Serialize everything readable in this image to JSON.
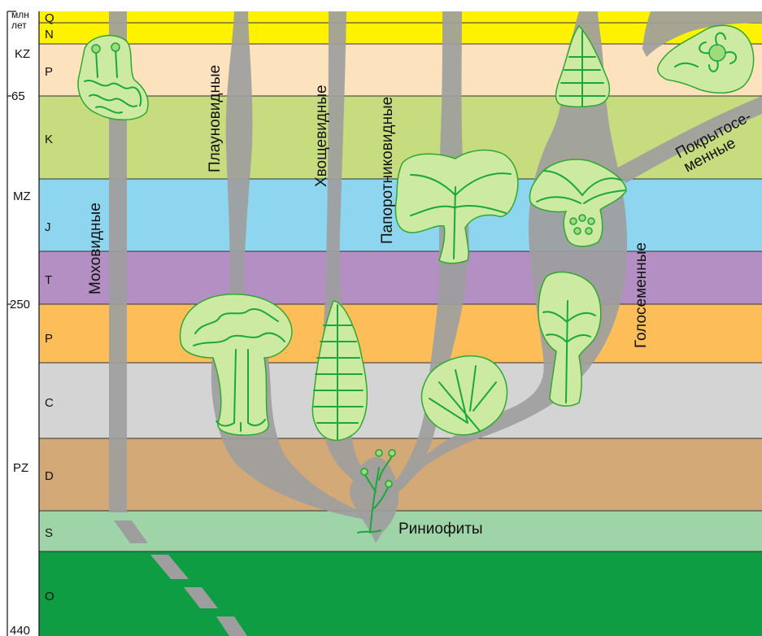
{
  "axis": {
    "unit_line1": "млн",
    "unit_line2": "лет",
    "ticks": [
      "65",
      "250",
      "440"
    ]
  },
  "eras": [
    "KZ",
    "MZ",
    "PZ"
  ],
  "periods": [
    {
      "code": "Q",
      "color": "#fff200"
    },
    {
      "code": "N",
      "color": "#fff200"
    },
    {
      "code": "P",
      "color": "#fde3bd"
    },
    {
      "code": "K",
      "color": "#c7dc7f"
    },
    {
      "code": "J",
      "color": "#8ed5f0"
    },
    {
      "code": "T",
      "color": "#b48fc4"
    },
    {
      "code": "P",
      "color": "#fdbe5a"
    },
    {
      "code": "C",
      "color": "#d4d4d4"
    },
    {
      "code": "D",
      "color": "#d2a977"
    },
    {
      "code": "S",
      "color": "#9fd4a8"
    },
    {
      "code": "O",
      "color": "#0f9d43"
    }
  ],
  "groups": {
    "mosses": "Моховидные",
    "lycopods": "Плауновидные",
    "horsetails": "Хвощевидные",
    "ferns": "Папоротниковидные",
    "gymnosperms": "Голосеменные",
    "angiosperms_line1": "Покрытосе-",
    "angiosperms_line2": "менные",
    "rhyniophytes": "Риниофиты"
  },
  "colors": {
    "trunk": "#9e9e9e",
    "plant_fill": "#cdeaa3",
    "plant_line": "#19a83a"
  }
}
